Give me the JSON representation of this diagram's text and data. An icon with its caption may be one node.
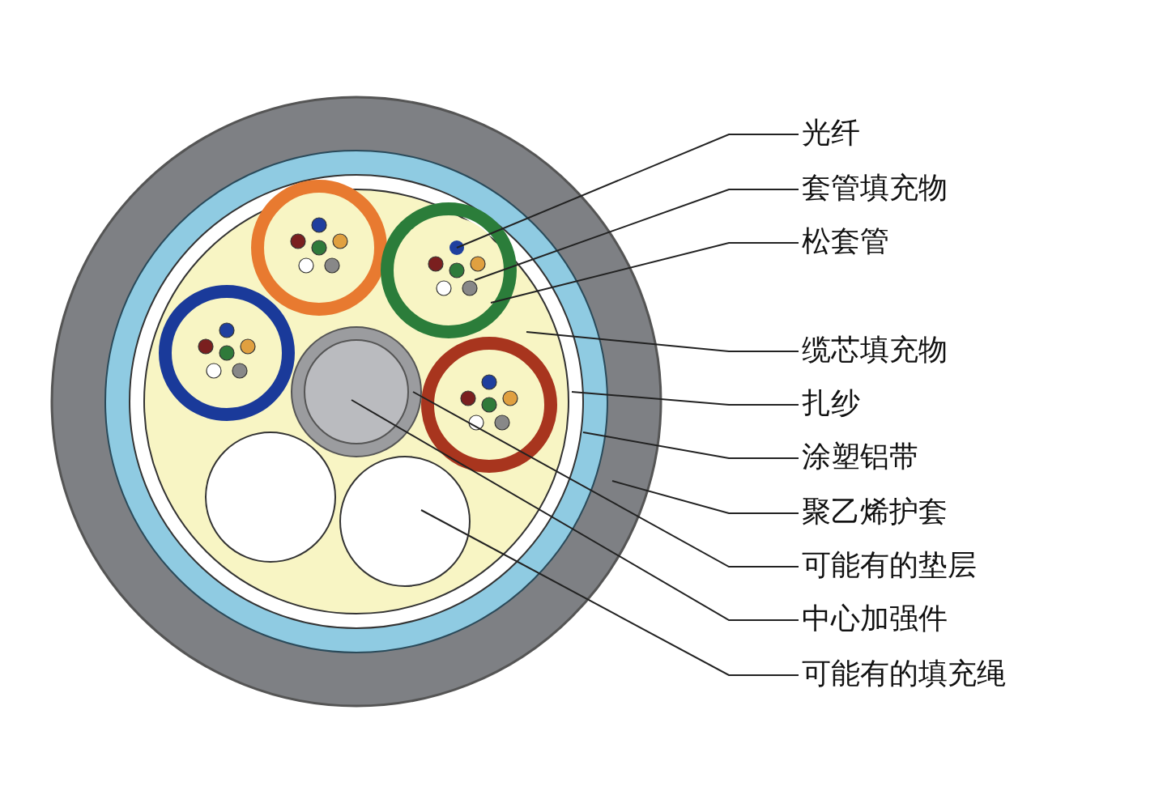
{
  "diagram": {
    "nodes": [
      {
        "text": [
          "光纤"
        ]
      },
      {
        "text": [
          "套管填充物"
        ]
      },
      {
        "text": [
          "松套管"
        ]
      },
      {
        "text": [
          "缆芯填充物"
        ]
      },
      {
        "text": [
          "扎纱"
        ]
      },
      {
        "text": [
          "涂塑铝带"
        ]
      },
      {
        "text": [
          "聚乙烯护套"
        ]
      },
      {
        "text": [
          "可能有的垫层"
        ]
      },
      {
        "text": [
          "中心加强件"
        ]
      },
      {
        "text": [
          "可能有的填充绳"
        ]
      },
      {
        "text": [],
        "shape": "circle",
        "in": 11
      },
      {
        "text": [],
        "shape": "circle",
        "in": 12
      },
      {
        "text": [],
        "shape": "circle",
        "in": 13
      },
      {
        "text": [],
        "shape": "circle",
        "in": 15
      },
      {
        "text": [],
        "shape": "circle",
        "in": 15
      },
      {
        "text": [],
        "shape": "circle",
        "in": 16
      },
      {
        "text": [],
        "shape": "circle"
      },
      {
        "text": [],
        "shape": "circle",
        "in": 13
      },
      {
        "text": [],
        "shape": "circle",
        "in": 17
      },
      {
        "text": [],
        "shape": "circle",
        "in": 13
      },
      {
        "text": [],
        "shape": "circle",
        "in": 13
      }
    ],
    "edges": [
      {
        "from": 0,
        "to": 10,
        "arrow": "none"
      },
      {
        "from": 1,
        "to": 11,
        "arrow": "none"
      },
      {
        "from": 2,
        "to": 12,
        "arrow": "none"
      },
      {
        "from": 3,
        "to": 13,
        "arrow": "none"
      },
      {
        "from": 4,
        "to": 14,
        "arrow": "none"
      },
      {
        "from": 5,
        "to": 15,
        "arrow": "none"
      },
      {
        "from": 6,
        "to": 16,
        "arrow": "none"
      },
      {
        "from": 7,
        "to": 17,
        "arrow": "none"
      },
      {
        "from": 8,
        "to": 18,
        "arrow": "none"
      },
      {
        "from": 9,
        "to": 20,
        "arrow": "none"
      }
    ]
  }
}
